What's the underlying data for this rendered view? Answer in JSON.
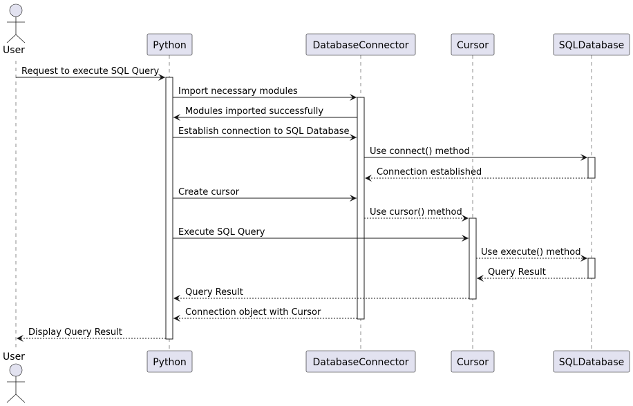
{
  "participants": [
    {
      "id": "user",
      "label": "User",
      "kind": "actor"
    },
    {
      "id": "python",
      "label": "Python",
      "kind": "participant"
    },
    {
      "id": "dbconn",
      "label": "DatabaseConnector",
      "kind": "participant"
    },
    {
      "id": "cursor",
      "label": "Cursor",
      "kind": "participant"
    },
    {
      "id": "sqldb",
      "label": "SQLDatabase",
      "kind": "participant"
    }
  ],
  "messages": [
    {
      "from": "user",
      "to": "python",
      "label": "Request to execute SQL Query",
      "style": "solid"
    },
    {
      "from": "python",
      "to": "dbconn",
      "label": "Import necessary modules",
      "style": "solid"
    },
    {
      "from": "dbconn",
      "to": "python",
      "label": "Modules imported successfully",
      "style": "solid"
    },
    {
      "from": "python",
      "to": "dbconn",
      "label": "Establish connection to SQL Database",
      "style": "solid"
    },
    {
      "from": "dbconn",
      "to": "sqldb",
      "label": "Use connect() method",
      "style": "solid"
    },
    {
      "from": "sqldb",
      "to": "dbconn",
      "label": "Connection established",
      "style": "dashed"
    },
    {
      "from": "python",
      "to": "dbconn",
      "label": "Create cursor",
      "style": "solid"
    },
    {
      "from": "dbconn",
      "to": "cursor",
      "label": "Use cursor() method",
      "style": "dashed"
    },
    {
      "from": "python",
      "to": "cursor",
      "label": "Execute SQL Query",
      "style": "solid"
    },
    {
      "from": "cursor",
      "to": "sqldb",
      "label": "Use execute() method",
      "style": "dashed"
    },
    {
      "from": "sqldb",
      "to": "cursor",
      "label": "Query Result",
      "style": "dashed"
    },
    {
      "from": "cursor",
      "to": "python",
      "label": "Query Result",
      "style": "dashed"
    },
    {
      "from": "dbconn",
      "to": "python",
      "label": "Connection object with Cursor",
      "style": "dashed"
    },
    {
      "from": "python",
      "to": "user",
      "label": "Display Query Result",
      "style": "dashed"
    }
  ],
  "colors": {
    "participant_fill": "#e2e2f0",
    "line": "#181818",
    "background": "#ffffff"
  }
}
